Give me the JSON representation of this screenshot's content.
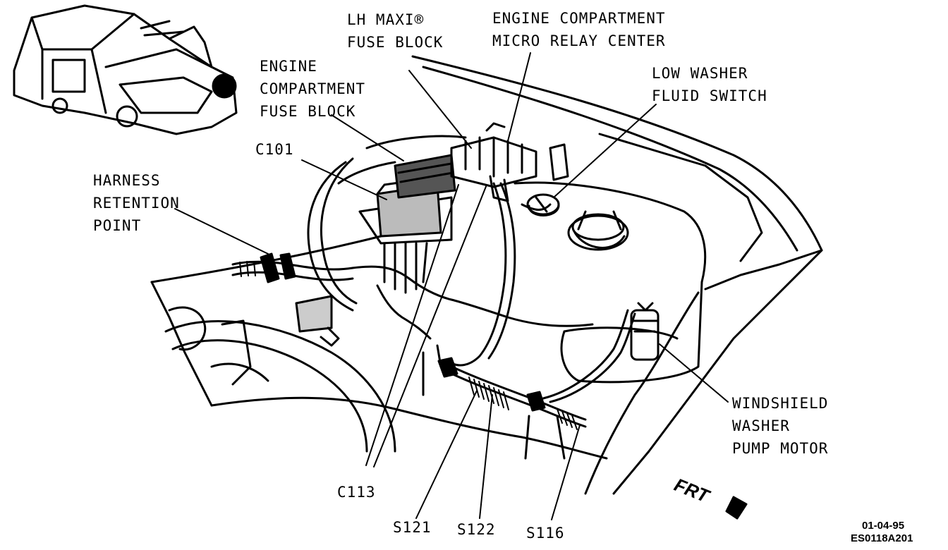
{
  "labels": {
    "lh_maxi_fuse_block": "LH MAXI®\nFUSE BLOCK",
    "engine_compartment_micro_relay_center": "ENGINE COMPARTMENT\nMICRO RELAY CENTER",
    "engine_compartment_fuse_block": "ENGINE\nCOMPARTMENT\nFUSE BLOCK",
    "low_washer_fluid_switch": "LOW WASHER\nFLUID SWITCH",
    "c101": "C101",
    "harness_retention_point": "HARNESS\nRETENTION\nPOINT",
    "windshield_washer_pump_motor": "WINDSHIELD\nWASHER\nPUMP MOTOR",
    "c113": "C113",
    "s121": "S121",
    "s122": "S122",
    "s116": "S116",
    "frt": "FRT"
  },
  "footer": {
    "date": "01-04-95",
    "figure_code": "ES0118A201"
  }
}
